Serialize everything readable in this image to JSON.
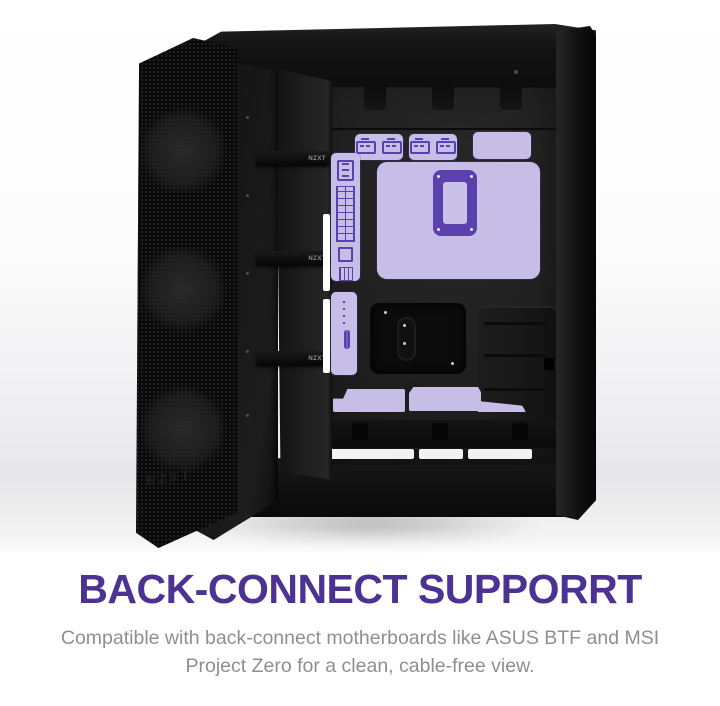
{
  "headline": {
    "text": "BACK-CONNECT SUPPORRT",
    "color": "#4b3293"
  },
  "subtext": {
    "line1": "Compatible with back-connect motherboards like ASUS BTF and MSI",
    "line2": "Project Zero for a clean, cable-free view."
  },
  "case_graphic": {
    "brand": "NZXT",
    "front_panel_logo": "NZXT",
    "cable_bars": [
      {
        "label": "NZXT"
      },
      {
        "label": "NZXT"
      },
      {
        "label": "NZXT"
      }
    ],
    "colors": {
      "highlight_fill": "#c7bee8",
      "highlight_accent": "#5a41ae",
      "headline_purple": "#4b3293",
      "subtext_gray": "#8f8f91",
      "chassis_black": "#121212",
      "interior_gray": "#202020",
      "backdrop_gray": "#e9e9eb"
    },
    "icons": [
      "fan-header-icon",
      "front-panel-pin-grid-icon",
      "sata-connector-icon",
      "usb-header-icon",
      "atx-24pin-icon",
      "usb-c-header-icon",
      "cpu-cutout-icon"
    ]
  }
}
